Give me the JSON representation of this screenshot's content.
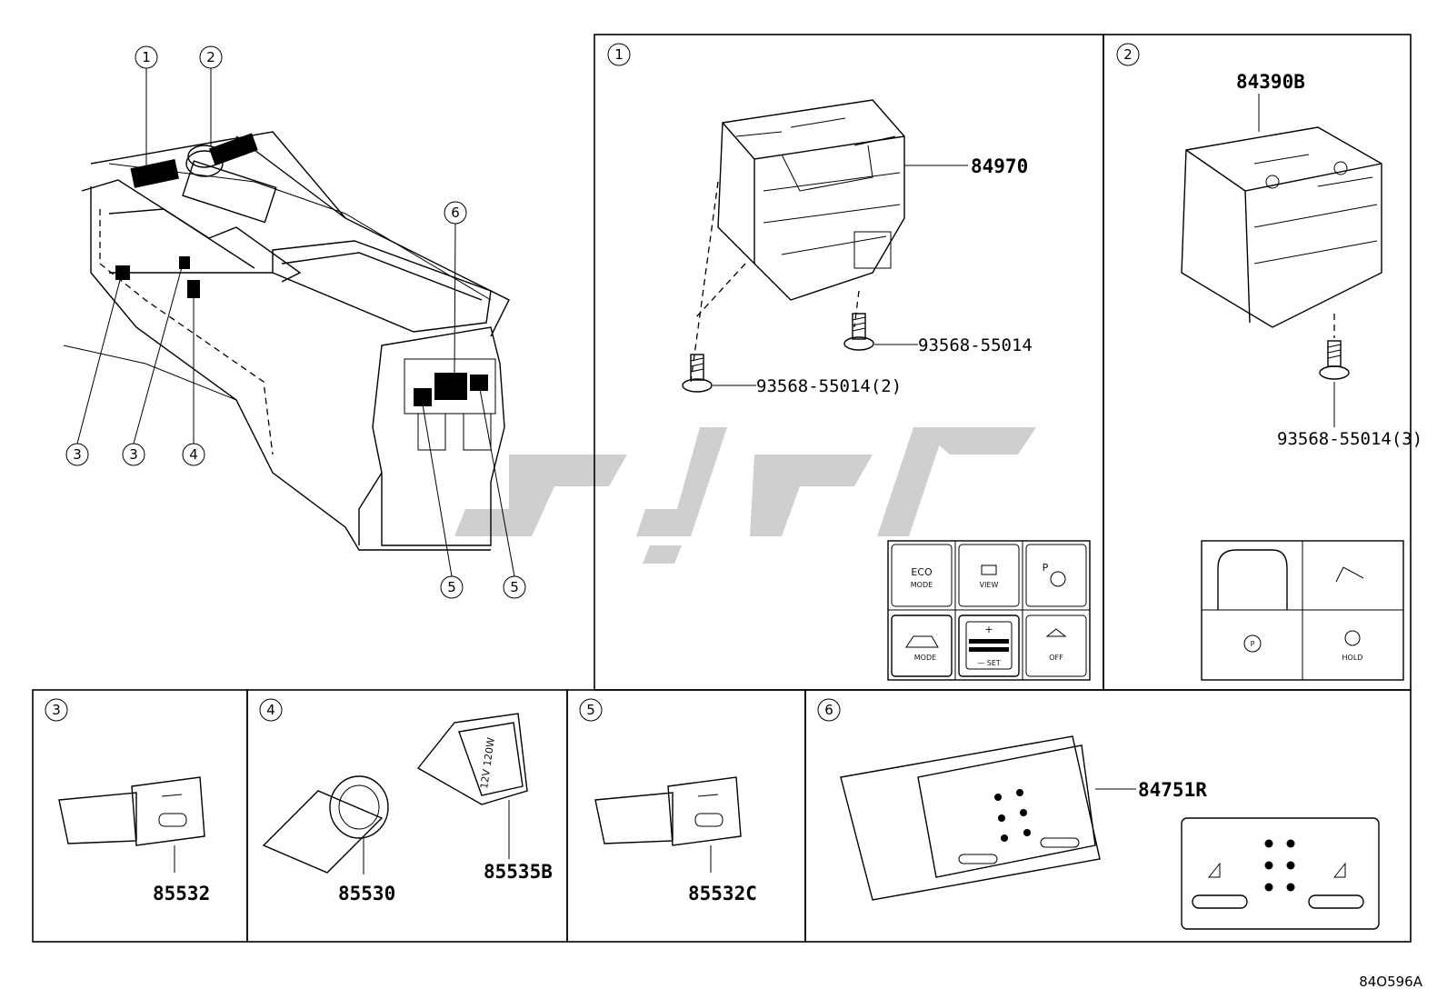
{
  "panels": {
    "p1": {
      "index": "1",
      "part_switch": "84970",
      "screw_a": "93568-55014",
      "screw_b": "93568-55014(2)"
    },
    "p2": {
      "index": "2",
      "part_switch": "84390B",
      "screw": "93568-55014(3)"
    },
    "p3": {
      "index": "3",
      "part": "85532"
    },
    "p4": {
      "index": "4",
      "part_socket": "85530",
      "part_cap": "85535B",
      "cap_text": "12V 120W"
    },
    "p5": {
      "index": "5",
      "part": "85532C"
    },
    "p6": {
      "index": "6",
      "part": "84751R"
    }
  },
  "overview_callouts": [
    "1",
    "2",
    "3",
    "3",
    "4",
    "6",
    "5",
    "5"
  ],
  "panel1_keys": {
    "eco": "ECO",
    "mode": "MODE",
    "view": "VIEW",
    "p": "P",
    "xmode": "MODE",
    "plus": "+",
    "set": "— SET",
    "off": "OFF"
  },
  "panel2_keys": {
    "hold": "HOLD",
    "p": "P"
  },
  "footer_code": "84O596A",
  "watermark_color": "#c8c8c8"
}
